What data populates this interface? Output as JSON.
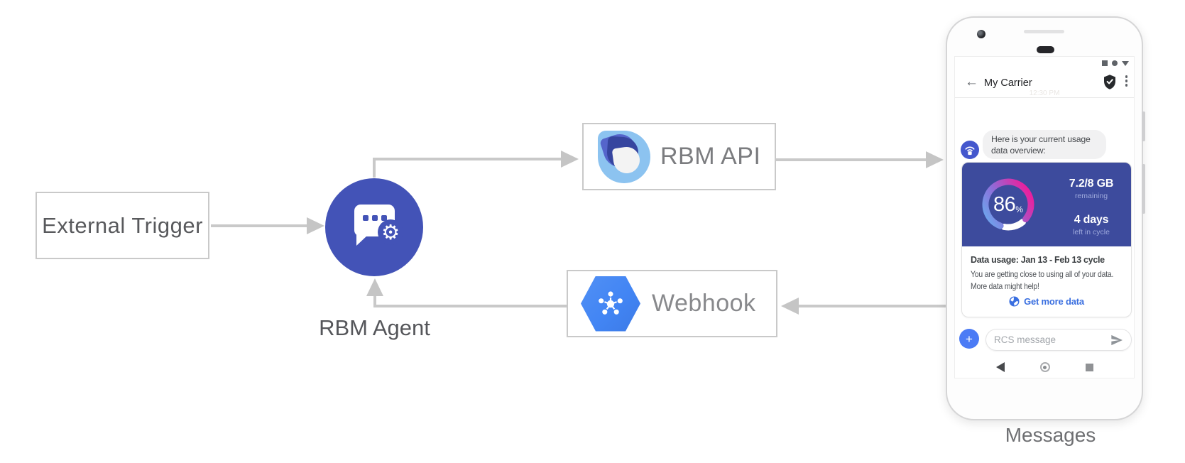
{
  "diagram": {
    "external_trigger_label": "External Trigger",
    "rbm_agent_label": "RBM Agent",
    "rbm_api_label": "RBM API",
    "webhook_label": "Webhook",
    "messages_caption": "Messages"
  },
  "icons": {
    "gear": "⚙",
    "back_arrow": "←",
    "plus": "+"
  },
  "colors": {
    "agent_circle": "#4353b7",
    "card_panel": "#3d4b9d",
    "google_blue": "#4285f4",
    "link_blue": "#3a6fe0",
    "connector_gray": "#c9c9c9",
    "gauge_gradient": [
      "#6aa9ee",
      "#8f6cd8",
      "#e8219e"
    ]
  },
  "phone": {
    "status_time": "12:30 PM",
    "header": {
      "title": "My Carrier"
    },
    "chat": {
      "bubble_line1": "Here is your current usage",
      "bubble_line2": "data overview:"
    },
    "card": {
      "percent": "86",
      "percent_symbol": "%",
      "remaining_value": "7.2/8 GB",
      "remaining_label": "remaining",
      "days_value": "4 days",
      "days_label": "left in cycle",
      "title": "Data usage: Jan 13 - Feb 13 cycle",
      "body_line1": "You are getting close to using all of your data.",
      "body_line2": "More data might help!",
      "action_label": "Get more data"
    },
    "compose": {
      "placeholder": "RCS message"
    }
  },
  "chart_data": {
    "type": "donut-gauge",
    "title": "Data usage: Jan 13 - Feb 13 cycle",
    "percent_used_display": 86,
    "remaining": "7.2/8 GB",
    "days_left_in_cycle": 4
  }
}
